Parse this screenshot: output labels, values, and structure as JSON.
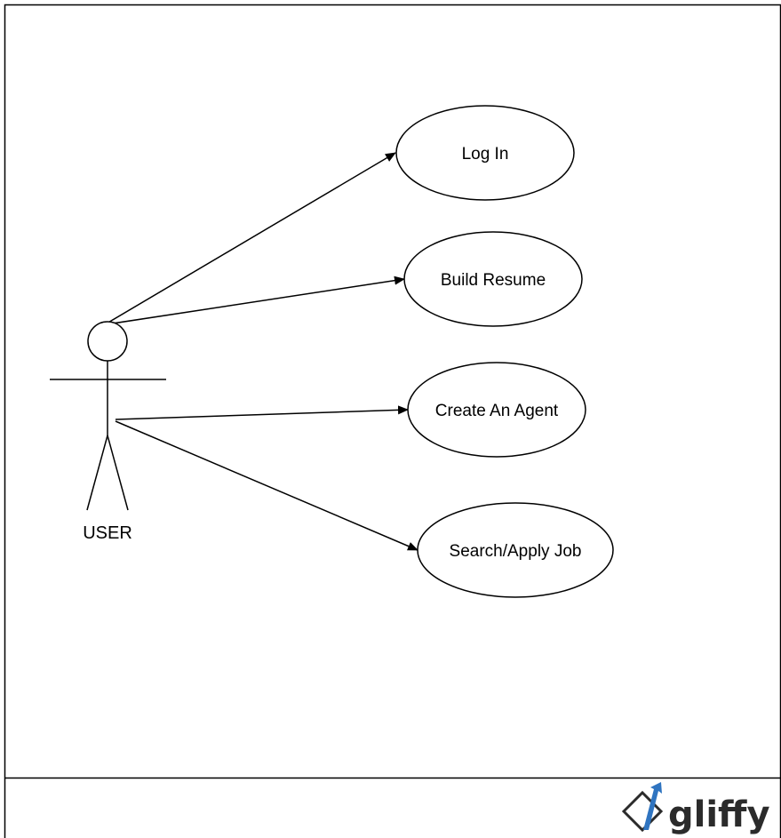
{
  "diagram": {
    "actor": {
      "label": "USER"
    },
    "use_cases": [
      {
        "id": "login",
        "label": "Log In"
      },
      {
        "id": "build-resume",
        "label": "Build Resume"
      },
      {
        "id": "create-agent",
        "label": "Create An Agent"
      },
      {
        "id": "search-apply-job",
        "label": "Search/Apply Job"
      }
    ]
  },
  "footer": {
    "logo_text": "gliffy"
  },
  "colors": {
    "stroke": "#000000",
    "logo_accent": "#2f74c0",
    "logo_text": "#2b2b2b"
  }
}
